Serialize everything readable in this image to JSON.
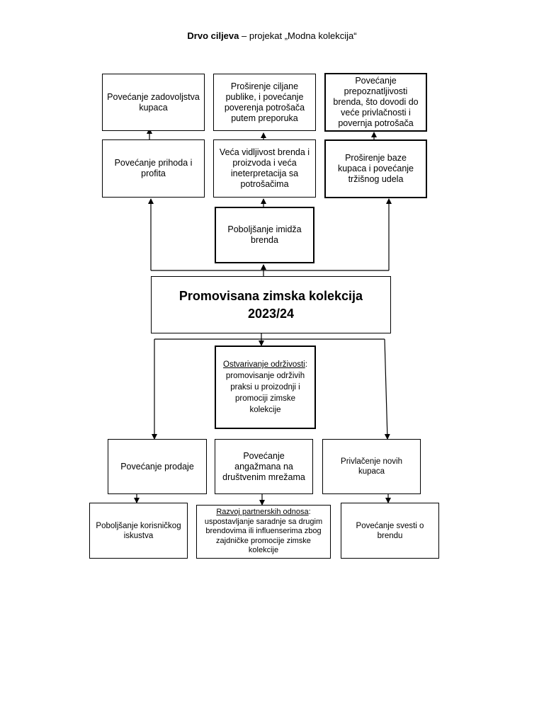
{
  "title": {
    "bold": "Drvo ciljeva",
    "rest": " – projekat „Modna kolekcija“"
  },
  "top_row": {
    "left": "Povećanje zadovoljstva kupaca",
    "middle": "Proširenje ciljane publike, i povećanje poverenja potrošača putem preporuka",
    "right": "Povećanje prepoznatljivosti brenda, što dovodi do veće privlačnosti i povernja potrošača"
  },
  "second_row": {
    "left": "Povećanje prihoda i profita",
    "middle": "Veća vidljivost brenda i proizvoda i veća ineterpretacija sa potrošačima",
    "right": "Proširenje baze kupaca i povećanje tržišnog udela"
  },
  "image_box": "Poboljšanje imidža brenda",
  "central": {
    "line1": "Promovisana zimska kolekcija",
    "line2": "2023/24"
  },
  "sustainability": {
    "heading": "Ostvarivanje održivosti",
    "colon": ":",
    "text": "promovisanje održivih praksi u proizodnji i promociji zimske kolekcije"
  },
  "lower_row": {
    "left": "Povećanje prodaje",
    "middle": "Povećanje angažmana na društvenim mrežama",
    "right": "Privlačenje novih kupaca"
  },
  "bottom_row": {
    "left": "Poboljšanje korisničkog iskustva",
    "middle_heading": "Razvoj partnerskih odnosa",
    "middle_colon": ":",
    "middle_text": "uspostavljanje saradnje sa drugim brendovima ili influenserima zbog zajdničke promocije zimske kolekcije",
    "right": "Povećanje svesti o brendu"
  }
}
